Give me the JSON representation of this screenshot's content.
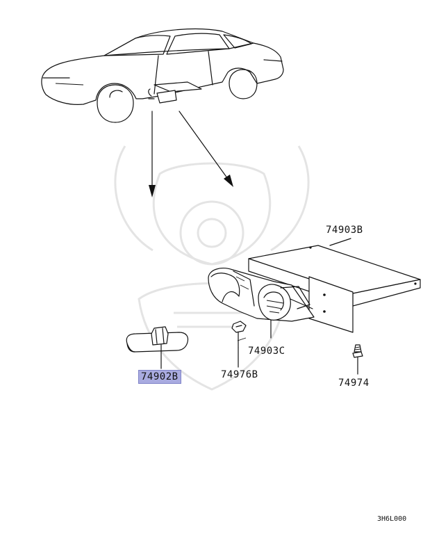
{
  "parts": [
    {
      "id": "74903B",
      "label": "74903B",
      "highlighted": false
    },
    {
      "id": "74903C",
      "label": "74903C",
      "highlighted": false
    },
    {
      "id": "74976B",
      "label": "74976B",
      "highlighted": false
    },
    {
      "id": "74902B",
      "label": "74902B",
      "highlighted": true
    },
    {
      "id": "74974",
      "label": "74974",
      "highlighted": false
    }
  ],
  "diagram_code": "3H6L000",
  "colors": {
    "highlight": "#a9abe0",
    "line": "#111111",
    "watermark": "#e4e4e4"
  }
}
